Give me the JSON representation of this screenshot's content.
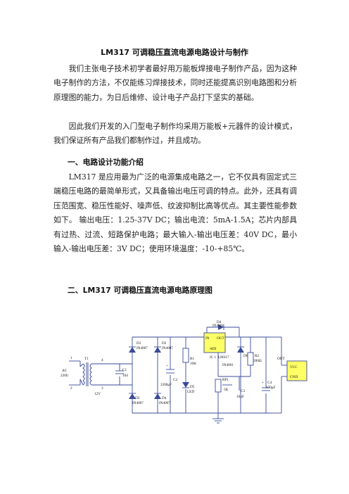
{
  "doc": {
    "title": "LM317 可调稳压直流电源电路设计与制作",
    "intro_1": "我们主张电子技术初学者最好用万能板焊接电子制作产品，因为这种电子制作的方法，不仅能练习焊接技术，同时还能提高识别电路图和分析原理图的能力，为日后维修、设计电子产品打下坚实的基础。",
    "intro_2": "因此我们开发的入门型电子制作均采用万能板+元器件的设计模式，我们保证所有产品我们都制作过，并且成功。",
    "section_1_heading": "一、电路设计功能介绍",
    "section_1_body": "LM317 是应用最为广泛的电源集成电路之一，它不仅具有固定式三端稳压电路的最简单形式，又具备输出电压可调的特点。此外，还具有调压范围宽、稳压性能好、噪声低、纹波抑制比高等优点。其主要性能参数如下。  输出电压：1.25-37V DC；输出电流：5mA-1.5A；芯片内部具有过热、过流、短路保护电路；最大输入-输出电压差：40V DC，最小输入-输出电压差：3V DC；使用环境温度：-10-+85℃。",
    "section_2_heading": "二、LM317 可调稳压直流电源电路原理图"
  },
  "schematic": {
    "ac_label": "AC",
    "ac_voltage": "220U",
    "t1": "T1",
    "t_sec": "12V",
    "pin1": "1",
    "pin2": "2",
    "pin3": "3",
    "pin4": "4",
    "c1": "C1",
    "c1_val": "104",
    "d1": "D1",
    "d1_val": "IN4007",
    "d2": "D2",
    "d2_val": "IN4007",
    "d3": "D3",
    "d3_val": "IN4007",
    "d4b": "D4",
    "d4b_val": "IN4007",
    "c2": "C2",
    "c2_val": "2200μF",
    "r1": "R1",
    "r1_val": "10K",
    "d5": "D5",
    "d5_val": "LED",
    "d4": "D4",
    "d4_val": "IN4001",
    "ic_in": "IN",
    "ic_out": "OUT",
    "ic_adj": "ADJ",
    "ic1": "IC 1",
    "ic_name": "LM317",
    "d6": "D6",
    "d6_val": "IN4001",
    "r2": "R2",
    "r2_val": "200Ω",
    "rp1": "RP1",
    "rp1_val": "5K",
    "c3": "C3",
    "c3_val": "10μF",
    "c4": "C4",
    "c4_val": "470μF",
    "out": "OUT",
    "vcc": "VCC",
    "gnd": "GND",
    "plus": "+"
  },
  "colors": {
    "wire": "#3a4a9a",
    "ic_fill": "#ffff66",
    "conn_fill": "#ffff66"
  }
}
